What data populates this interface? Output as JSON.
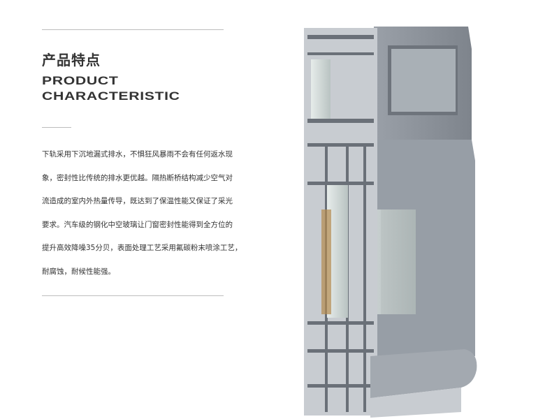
{
  "heading": {
    "chinese": "产品特点",
    "english_line1": "PRODUCT",
    "english_line2": "CHARACTERISTIC"
  },
  "description": {
    "lines": [
      "下轨采用下沉地漏式排水，不惧狂风暴雨不会有任何返水现",
      "象，密封性比传统的排水更优越。隔热断桥结构减少空气对",
      "流造成的室内外热量传导，既达到了保温性能又保证了采光",
      "要求。汽车级的钢化中空玻璃让门窗密封性能得到全方位的",
      "提升高效降噪35分贝，表面处理工艺采用氟碳粉末喷涂工艺，",
      "耐腐蚀，耐候性能强。"
    ]
  },
  "colors": {
    "text": "#333333",
    "rule": "#bdbdbd",
    "frame": "#8d939c",
    "glass": "#cfd8d6"
  }
}
